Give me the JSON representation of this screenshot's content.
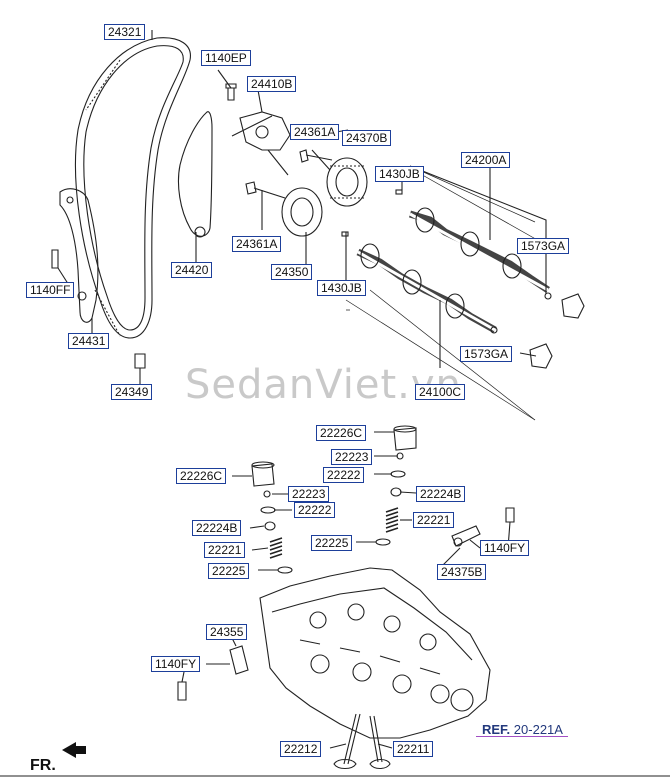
{
  "watermark": "SedanViet.vn",
  "reference": {
    "prefix": "REF.",
    "code": "20-221A"
  },
  "orientation": "FR.",
  "labels": {
    "l24321": "24321",
    "l1140EP": "1140EP",
    "l24410B": "24410B",
    "l24361A_top": "24361A",
    "l24370B": "24370B",
    "l1430JB_top": "1430JB",
    "l24200A": "24200A",
    "l1573GA_top": "1573GA",
    "l1140FF": "1140FF",
    "l24361A_bottom": "24361A",
    "l24420": "24420",
    "l24350": "24350",
    "l1430JB_bottom": "1430JB",
    "l24431": "24431",
    "l1573GA_bottom": "1573GA",
    "l24349": "24349",
    "l24100C": "24100C",
    "l22226C_right": "22226C",
    "l22223_right": "22223",
    "l22222_right": "22222",
    "l22226C_left": "22226C",
    "l22223_left": "22223",
    "l22224B_right": "22224B",
    "l22222_left": "22222",
    "l22221_right": "22221",
    "l22224B_left": "22224B",
    "l22225_right": "22225",
    "l1140FY_right": "1140FY",
    "l22221_left": "22221",
    "l24375B": "24375B",
    "l22225_left": "22225",
    "l24355": "24355",
    "l1140FY_left": "1140FY",
    "l22212": "22212",
    "l22211": "22211"
  },
  "colors": {
    "label_border": "#1d3f9a",
    "line": "#222222",
    "watermark": "#c9c9c9",
    "ref_underline": "#a14fc4"
  }
}
